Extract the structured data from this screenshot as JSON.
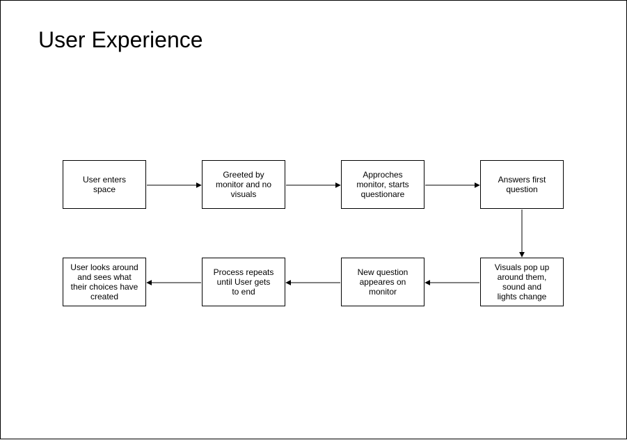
{
  "diagram": {
    "title": "User Experience",
    "nodes": [
      {
        "id": "n1",
        "label": "User enters\nspace"
      },
      {
        "id": "n2",
        "label": "Greeted by\nmonitor and no\nvisuals"
      },
      {
        "id": "n3",
        "label": "Approches\nmonitor, starts\nquestionare"
      },
      {
        "id": "n4",
        "label": "Answers first\nquestion"
      },
      {
        "id": "n5",
        "label": "Visuals pop up\naround them,\nsound and\nlights change"
      },
      {
        "id": "n6",
        "label": "New question\nappeares on\nmonitor"
      },
      {
        "id": "n7",
        "label": "Process repeats\nuntil User gets\nto end"
      },
      {
        "id": "n8",
        "label": "User looks around\nand sees what\ntheir choices have\ncreated"
      }
    ],
    "edges": [
      {
        "from": "n1",
        "to": "n2"
      },
      {
        "from": "n2",
        "to": "n3"
      },
      {
        "from": "n3",
        "to": "n4"
      },
      {
        "from": "n4",
        "to": "n5"
      },
      {
        "from": "n5",
        "to": "n6"
      },
      {
        "from": "n6",
        "to": "n7"
      },
      {
        "from": "n7",
        "to": "n8"
      }
    ]
  }
}
